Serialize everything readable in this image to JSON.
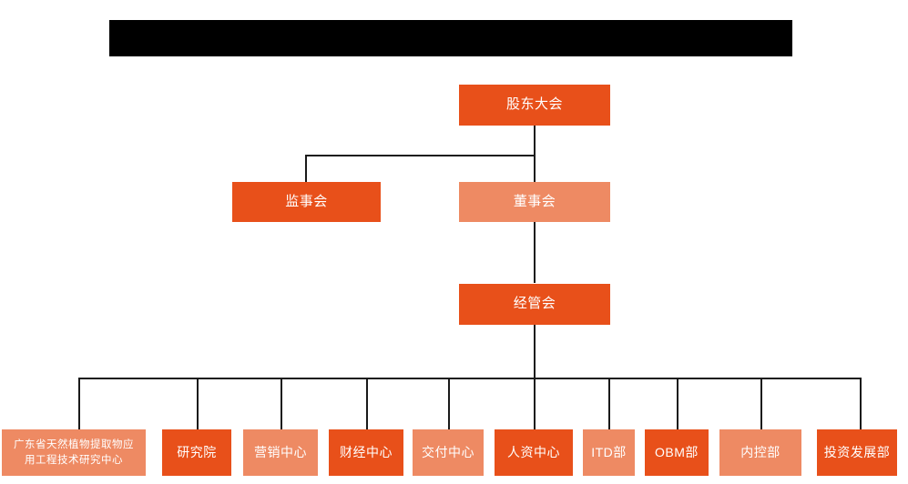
{
  "page": {
    "background_color": "#FFFFFF",
    "title_bar": {
      "redacted": true,
      "color": "#000000"
    }
  },
  "colors": {
    "node_dark": "#E8501A",
    "node_light": "#EE8A63",
    "connector": "#1A1A1A",
    "text": "#FFFFFF"
  },
  "chart_data": {
    "type": "diagram",
    "diagram_type": "organization-chart",
    "orientation": "top-down",
    "nodes": [
      {
        "id": "n1",
        "label": "股东大会",
        "tier": 1,
        "style": "dark"
      },
      {
        "id": "n2",
        "label": "监事会",
        "tier": 2,
        "style": "dark"
      },
      {
        "id": "n3",
        "label": "董事会",
        "tier": 2,
        "style": "light"
      },
      {
        "id": "n4",
        "label": "经管会",
        "tier": 3,
        "style": "dark"
      },
      {
        "id": "d1",
        "label": "广东省天然植物提取物应用工程技术研究中心",
        "label_line1": "广东省天然植物提取物应",
        "label_line2": "用工程技术研究中心",
        "tier": 4,
        "style": "light"
      },
      {
        "id": "d2",
        "label": "研究院",
        "tier": 4,
        "style": "dark"
      },
      {
        "id": "d3",
        "label": "营销中心",
        "tier": 4,
        "style": "light"
      },
      {
        "id": "d4",
        "label": "财经中心",
        "tier": 4,
        "style": "dark"
      },
      {
        "id": "d5",
        "label": "交付中心",
        "tier": 4,
        "style": "light"
      },
      {
        "id": "d6",
        "label": "人资中心",
        "tier": 4,
        "style": "dark"
      },
      {
        "id": "d7",
        "label": "ITD部",
        "tier": 4,
        "style": "light"
      },
      {
        "id": "d8",
        "label": "OBM部",
        "tier": 4,
        "style": "dark"
      },
      {
        "id": "d9",
        "label": "内控部",
        "tier": 4,
        "style": "light"
      },
      {
        "id": "d10",
        "label": "投资发展部",
        "tier": 4,
        "style": "dark"
      }
    ],
    "edges": [
      {
        "from": "n1",
        "to": "n2"
      },
      {
        "from": "n1",
        "to": "n3"
      },
      {
        "from": "n3",
        "to": "n4"
      },
      {
        "from": "n4",
        "to": "d1"
      },
      {
        "from": "n4",
        "to": "d2"
      },
      {
        "from": "n4",
        "to": "d3"
      },
      {
        "from": "n4",
        "to": "d4"
      },
      {
        "from": "n4",
        "to": "d5"
      },
      {
        "from": "n4",
        "to": "d6"
      },
      {
        "from": "n4",
        "to": "d7"
      },
      {
        "from": "n4",
        "to": "d8"
      },
      {
        "from": "n4",
        "to": "d9"
      },
      {
        "from": "n4",
        "to": "d10"
      }
    ]
  }
}
